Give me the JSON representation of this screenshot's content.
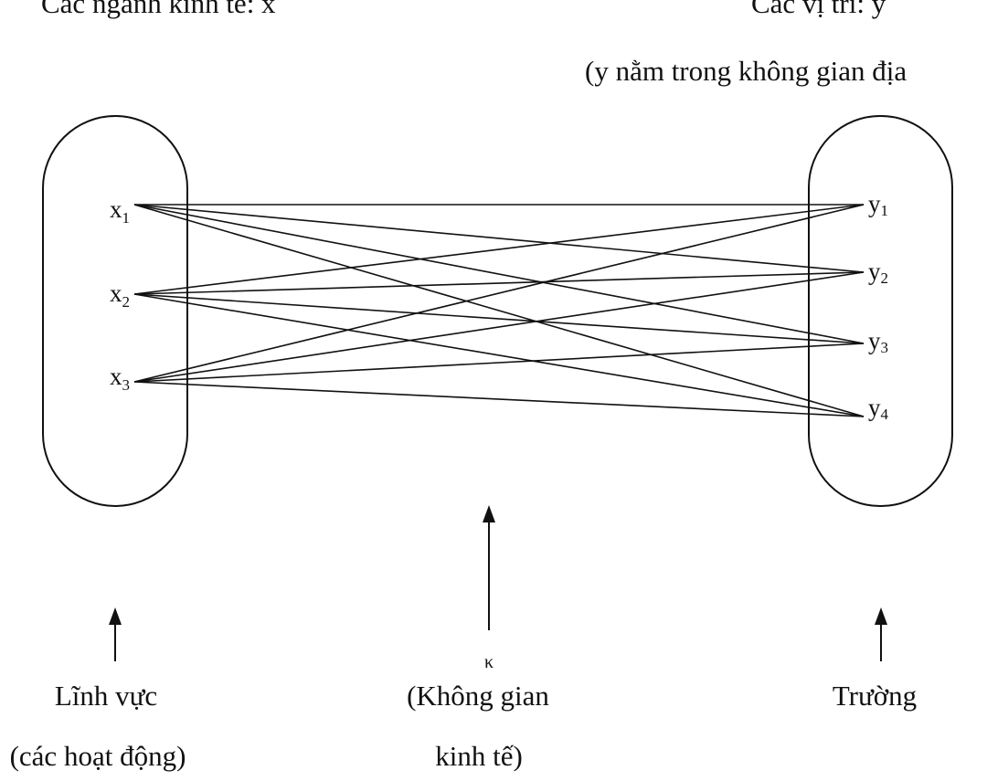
{
  "header": {
    "left_title": "Các ngành kinh tế: x",
    "right_title": "Các vị trí: y",
    "right_note": "(y nằm trong không gian địa"
  },
  "left_nodes": [
    {
      "base": "x",
      "sub": "1"
    },
    {
      "base": "x",
      "sub": "2"
    },
    {
      "base": "x",
      "sub": "3"
    }
  ],
  "right_nodes": [
    {
      "base": "y",
      "sub": "1"
    },
    {
      "base": "y",
      "sub": "2"
    },
    {
      "base": "y",
      "sub": "3"
    },
    {
      "base": "y",
      "sub": "4"
    }
  ],
  "connections": "all-to-all",
  "center": {
    "symbol": "κ",
    "label_line1": "(Không gian",
    "label_line2": "kinh tế)"
  },
  "left_caption": {
    "line1": "Lĩnh vực",
    "line2": "(các hoạt động)"
  },
  "right_caption": {
    "line1": "Trường"
  }
}
